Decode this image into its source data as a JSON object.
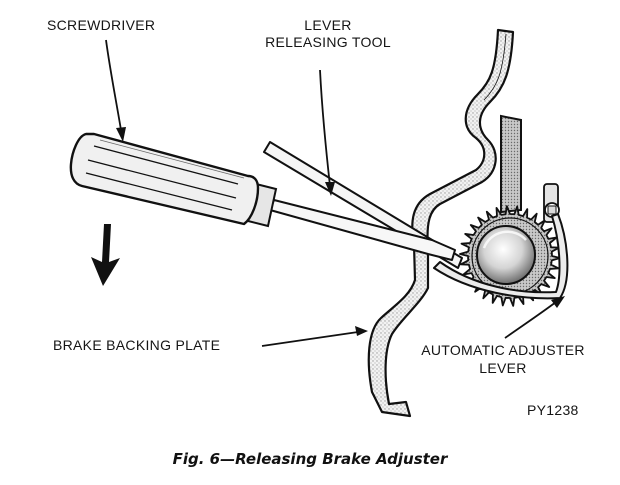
{
  "labels": {
    "screwdriver": "SCREWDRIVER",
    "lever_tool_line1": "LEVER",
    "lever_tool_line2": "RELEASING TOOL",
    "backing_plate": "BRAKE BACKING PLATE",
    "adjuster_line1": "AUTOMATIC ADJUSTER",
    "adjuster_line2": "LEVER",
    "figure_code": "PY1238"
  },
  "caption": "Fig. 6—Releasing Brake Adjuster",
  "icons": [
    "down-arrow-icon"
  ]
}
